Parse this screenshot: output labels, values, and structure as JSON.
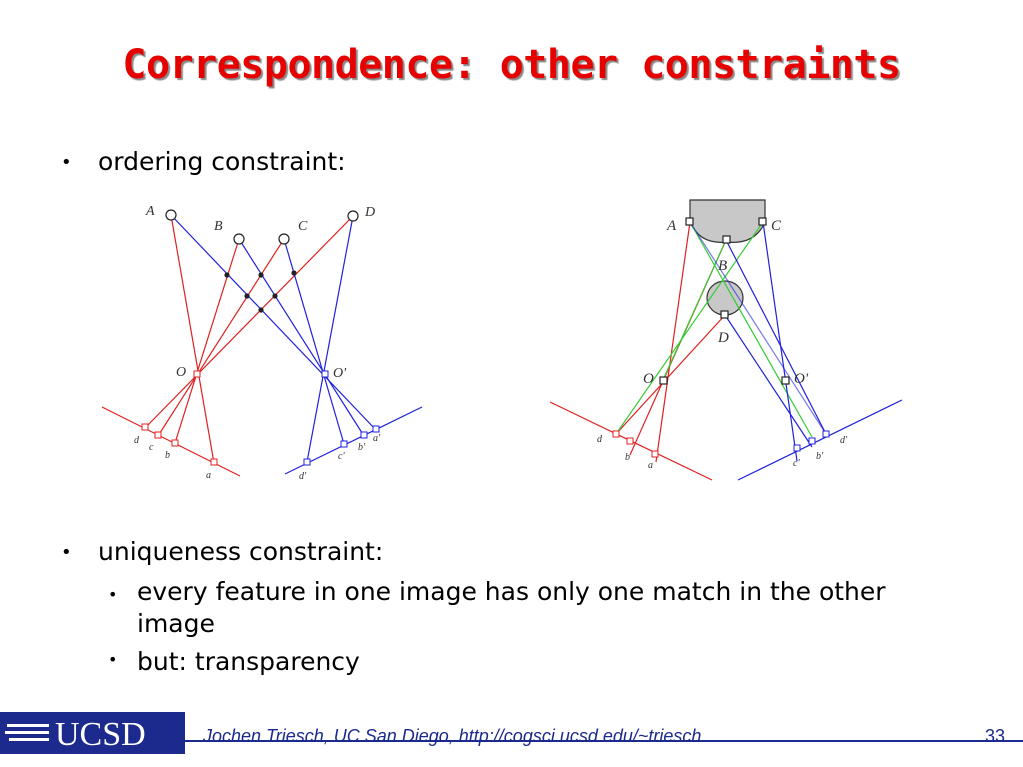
{
  "slide": {
    "title": "Correspondence: other constraints",
    "bullets": {
      "ordering": "ordering constraint:",
      "uniqueness": "uniqueness constraint:",
      "sub1": "every feature in one image has only one match in the other image",
      "sub2": "but: transparency"
    },
    "bullet_glyph": "•"
  },
  "figure_left": {
    "points": [
      "A",
      "B",
      "C",
      "D"
    ],
    "centers": [
      "O",
      "O'"
    ],
    "left_image_labels": [
      "d",
      "c",
      "b",
      "a"
    ],
    "right_image_labels": [
      "d'",
      "c'",
      "b'",
      "a'"
    ]
  },
  "figure_right": {
    "points": [
      "A",
      "B",
      "C",
      "D"
    ],
    "centers": [
      "O",
      "O'"
    ],
    "left_image_labels": [
      "d",
      "b",
      "a"
    ],
    "right_image_labels": [
      "c'",
      "b'",
      "d'"
    ]
  },
  "footer": {
    "logo_text": "UCSD",
    "credit": "Jochen Triesch, UC San Diego, http://cogsci.ucsd.edu/~triesch",
    "page": "33"
  },
  "colors": {
    "title": "#e60000",
    "left_rays": "#e02020",
    "right_rays": "#2020e0",
    "green_rays": "#33cc33",
    "footer": "#1b2a8c"
  }
}
